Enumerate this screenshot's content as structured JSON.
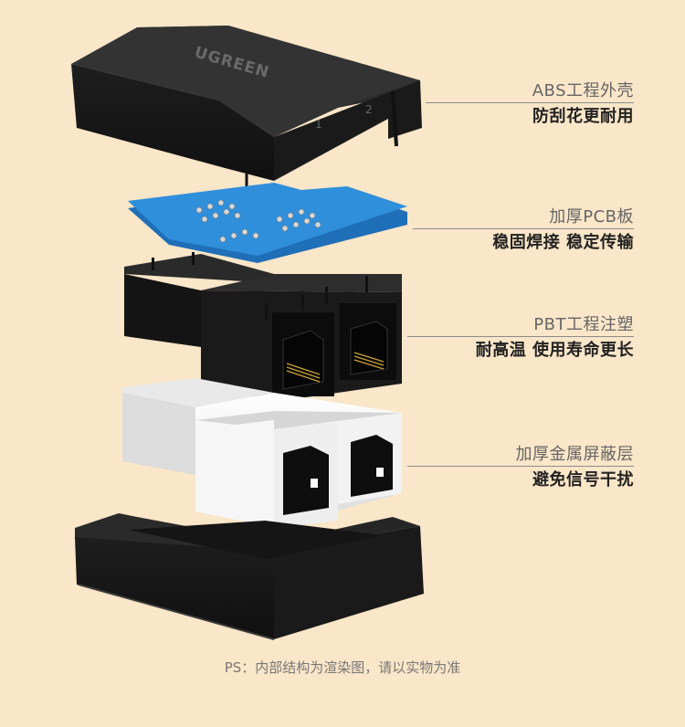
{
  "product": {
    "brand_logo": "UGREEN",
    "port_labels": [
      "1",
      "2"
    ]
  },
  "features": [
    {
      "title": "ABS工程外壳",
      "desc": "防刮花更耐用"
    },
    {
      "title": "加厚PCB板",
      "desc": "稳固焊接 稳定传输"
    },
    {
      "title": "PBT工程注塑",
      "desc": "耐高温 使用寿命更长"
    },
    {
      "title": "加厚金属屏蔽层",
      "desc": "避免信号干扰"
    }
  ],
  "footnote": "PS：内部结构为渲染图，请以实物为准",
  "colors": {
    "background": "#fae6c8",
    "housing": "#2b2b2b",
    "pcb": "#2f8fdb",
    "shield": "#f2f2f2",
    "text_dark": "#222222",
    "text_light": "#666666"
  }
}
